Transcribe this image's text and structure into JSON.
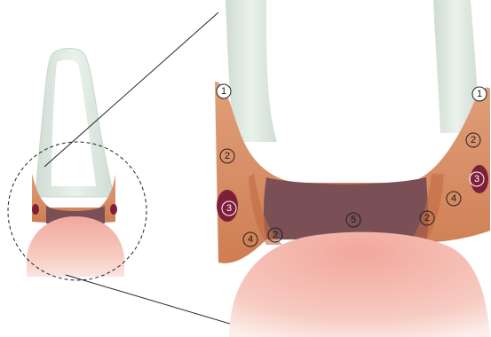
{
  "markers": [
    {
      "label": "1",
      "style": "plain"
    },
    {
      "label": "1",
      "style": "plain"
    },
    {
      "label": "2",
      "style": "plain"
    },
    {
      "label": "2",
      "style": "plain"
    },
    {
      "label": "3",
      "style": "dark"
    },
    {
      "label": "3",
      "style": "dark"
    },
    {
      "label": "4",
      "style": "plain"
    },
    {
      "label": "2",
      "style": "plain"
    },
    {
      "label": "5",
      "style": "plain"
    },
    {
      "label": "2",
      "style": "plain"
    },
    {
      "label": "4",
      "style": "plain"
    }
  ],
  "colors": {
    "enamel": "#e2ece5",
    "ligament": "#d78a5c",
    "sulcus": "#7a4f55",
    "gingiva": "#f1a9a0",
    "dark_spot": "#7e1f3a"
  }
}
